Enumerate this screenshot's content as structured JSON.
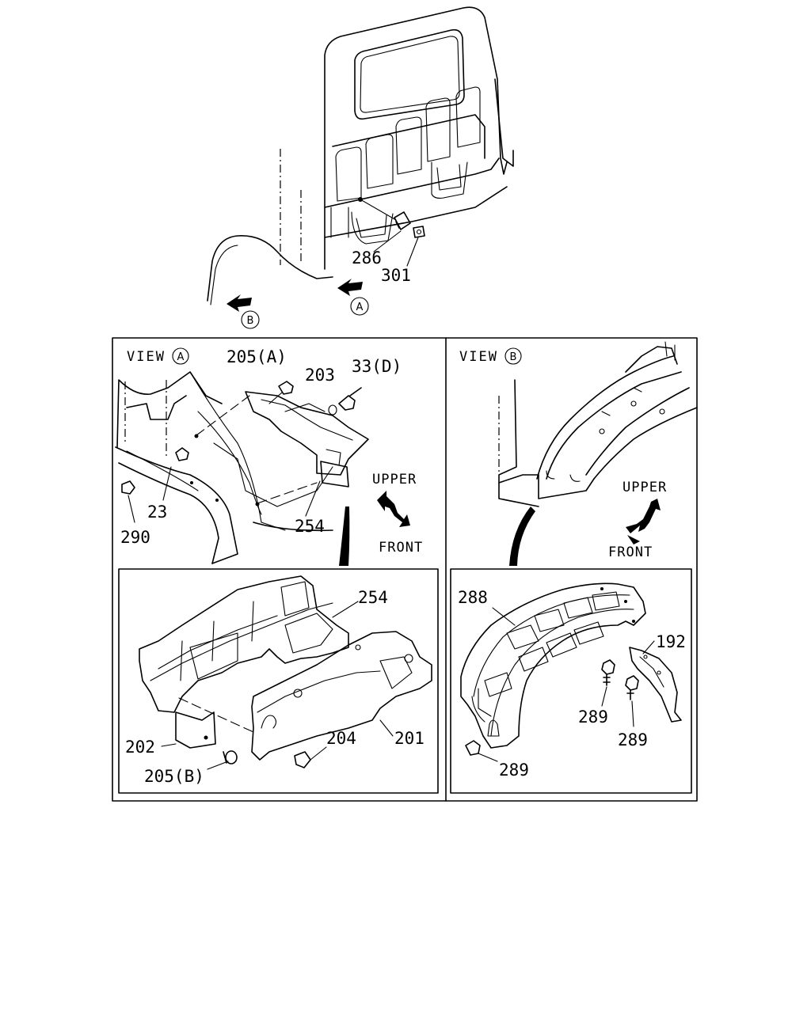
{
  "markers": {
    "a": "A",
    "b": "B"
  },
  "panels": {
    "view_a": {
      "title_prefix": "VIEW",
      "marker": "A",
      "directions": {
        "upper": "UPPER",
        "front": "FRONT"
      }
    },
    "view_b": {
      "title_prefix": "VIEW",
      "marker": "B",
      "directions": {
        "upper": "UPPER",
        "front": "FRONT"
      }
    }
  },
  "callouts": {
    "p286": "286",
    "p301": "301",
    "p205a": "205(A)",
    "p203": "203",
    "p33d": "33(D)",
    "p23": "23",
    "p290": "290",
    "p254_upper": "254",
    "p254_detail": "254",
    "p202": "202",
    "p205b": "205(B)",
    "p204": "204",
    "p201": "201",
    "p288": "288",
    "p192": "192",
    "p289_a": "289",
    "p289_b": "289",
    "p289_c": "289"
  }
}
